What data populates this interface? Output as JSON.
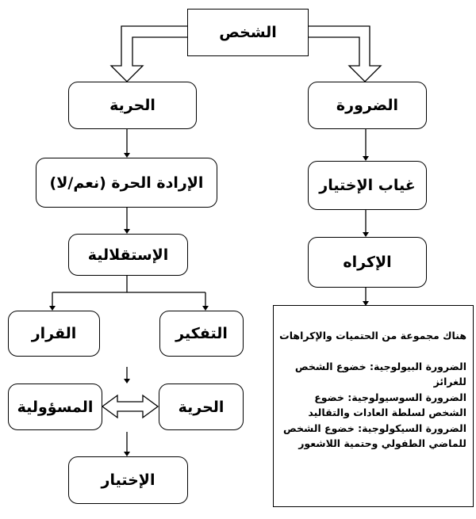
{
  "nodes": {
    "person": "الشخص",
    "necessity": "الضرورة",
    "freedom": "الحرية",
    "absence_of_choice": "غياب الإختيار",
    "free_will": "الإرادة الحرة (نعم/لا)",
    "coercion": "الإكراه",
    "independence": "الإستقلالية",
    "thinking": "التفكير",
    "decision": "القرار",
    "freedom_2": "الحرية",
    "responsibility": "المسؤولية",
    "choice": "الإختيار"
  },
  "notes": {
    "heading": "هناك مجموعة من الحتميات والإكراهات",
    "line1": "الضرورة البيولوجية: خضوع الشخص للغرائز",
    "line2": "الضرورة السوسيولوجية: خضوع الشخص لسلطة العادات والتقاليد",
    "line3": "الضرورة السيكولوجية: خضوع الشخص للماضي الطفولي وحتمية اللاشعور"
  }
}
